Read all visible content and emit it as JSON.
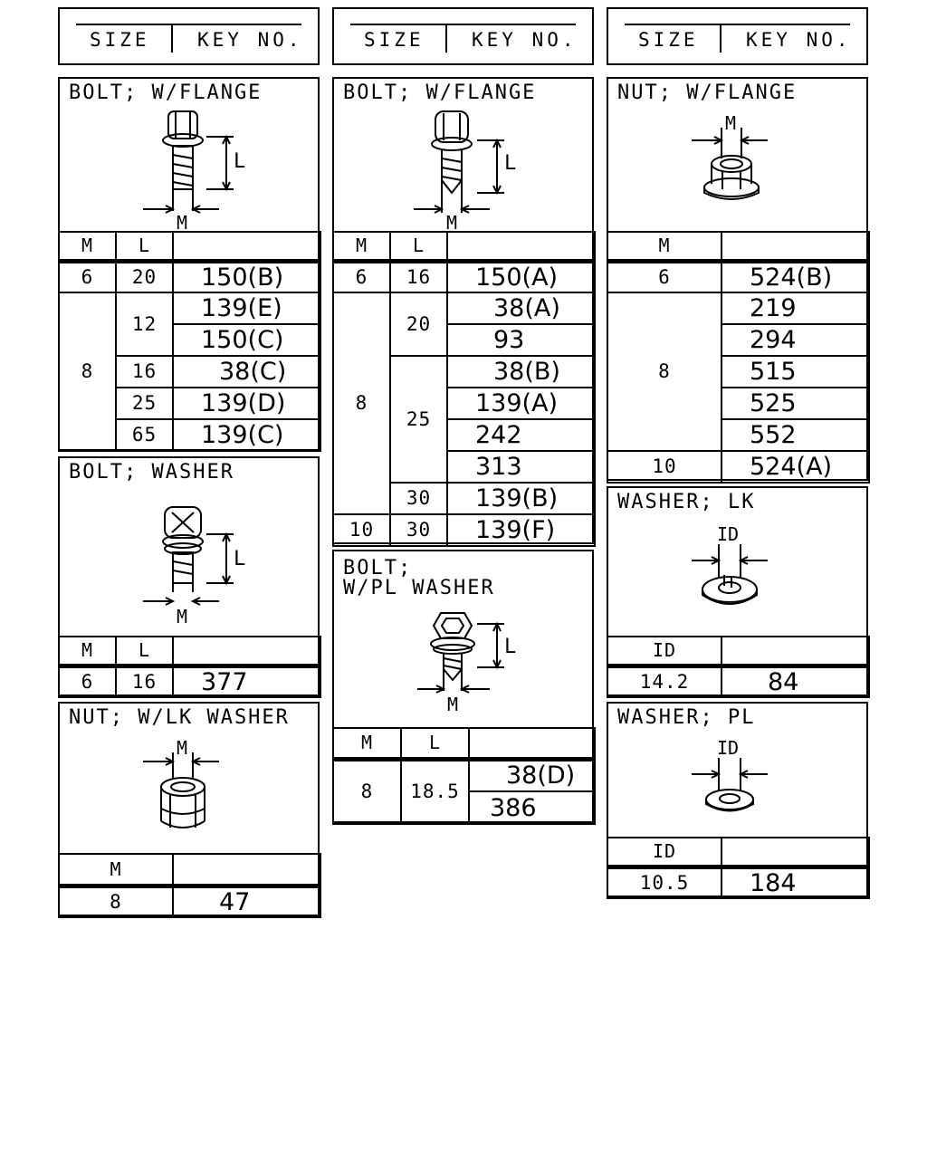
{
  "header": {
    "size_label": "SIZE",
    "key_label": "KEY NO."
  },
  "col_labels": {
    "m": "M",
    "l": "L",
    "id": "ID"
  },
  "bolt_flange_1": {
    "title": "BOLT; W/FLANGE",
    "rows": [
      {
        "m": "6",
        "l": "20",
        "key": "150(B)"
      },
      {
        "m": "8",
        "l": "12",
        "key": "139(E)"
      },
      {
        "key": "150(C)"
      },
      {
        "l": "16",
        "key": "38(C)"
      },
      {
        "l": "25",
        "key": "139(D)"
      },
      {
        "l": "65",
        "key": "139(C)"
      }
    ]
  },
  "bolt_washer": {
    "title": "BOLT; WASHER",
    "rows": [
      {
        "m": "6",
        "l": "16",
        "key": "377"
      }
    ]
  },
  "nut_lk_washer": {
    "title": "NUT; W/LK WASHER",
    "rows": [
      {
        "m": "8",
        "key": "47"
      }
    ]
  },
  "bolt_flange_2": {
    "title": "BOLT; W/FLANGE",
    "rows": [
      {
        "m": "6",
        "l": "16",
        "key": "150(A)"
      },
      {
        "m": "8",
        "l": "20",
        "key": "38(A)"
      },
      {
        "key": "93"
      },
      {
        "l": "25",
        "key": "38(B)"
      },
      {
        "key": "139(A)"
      },
      {
        "key": "242"
      },
      {
        "key": "313"
      },
      {
        "l": "30",
        "key": "139(B)"
      },
      {
        "m": "10",
        "l": "30",
        "key": "139(F)"
      }
    ]
  },
  "bolt_pl_washer": {
    "title": "BOLT;\nW/PL WASHER",
    "rows": [
      {
        "m": "8",
        "l": "18.5",
        "key": "38(D)"
      },
      {
        "key": "386"
      }
    ]
  },
  "nut_flange": {
    "title": "NUT; W/FLANGE",
    "rows": [
      {
        "m": "6",
        "key": "524(B)"
      },
      {
        "m": "8",
        "key": "219"
      },
      {
        "key": "294"
      },
      {
        "key": "515"
      },
      {
        "key": "525"
      },
      {
        "key": "552"
      },
      {
        "m": "10",
        "key": "524(A)"
      }
    ]
  },
  "washer_lk": {
    "title": "WASHER; LK",
    "rows": [
      {
        "id": "14.2",
        "key": "84"
      }
    ]
  },
  "washer_pl": {
    "title": "WASHER; PL",
    "rows": [
      {
        "id": "10.5",
        "key": "184"
      }
    ]
  }
}
